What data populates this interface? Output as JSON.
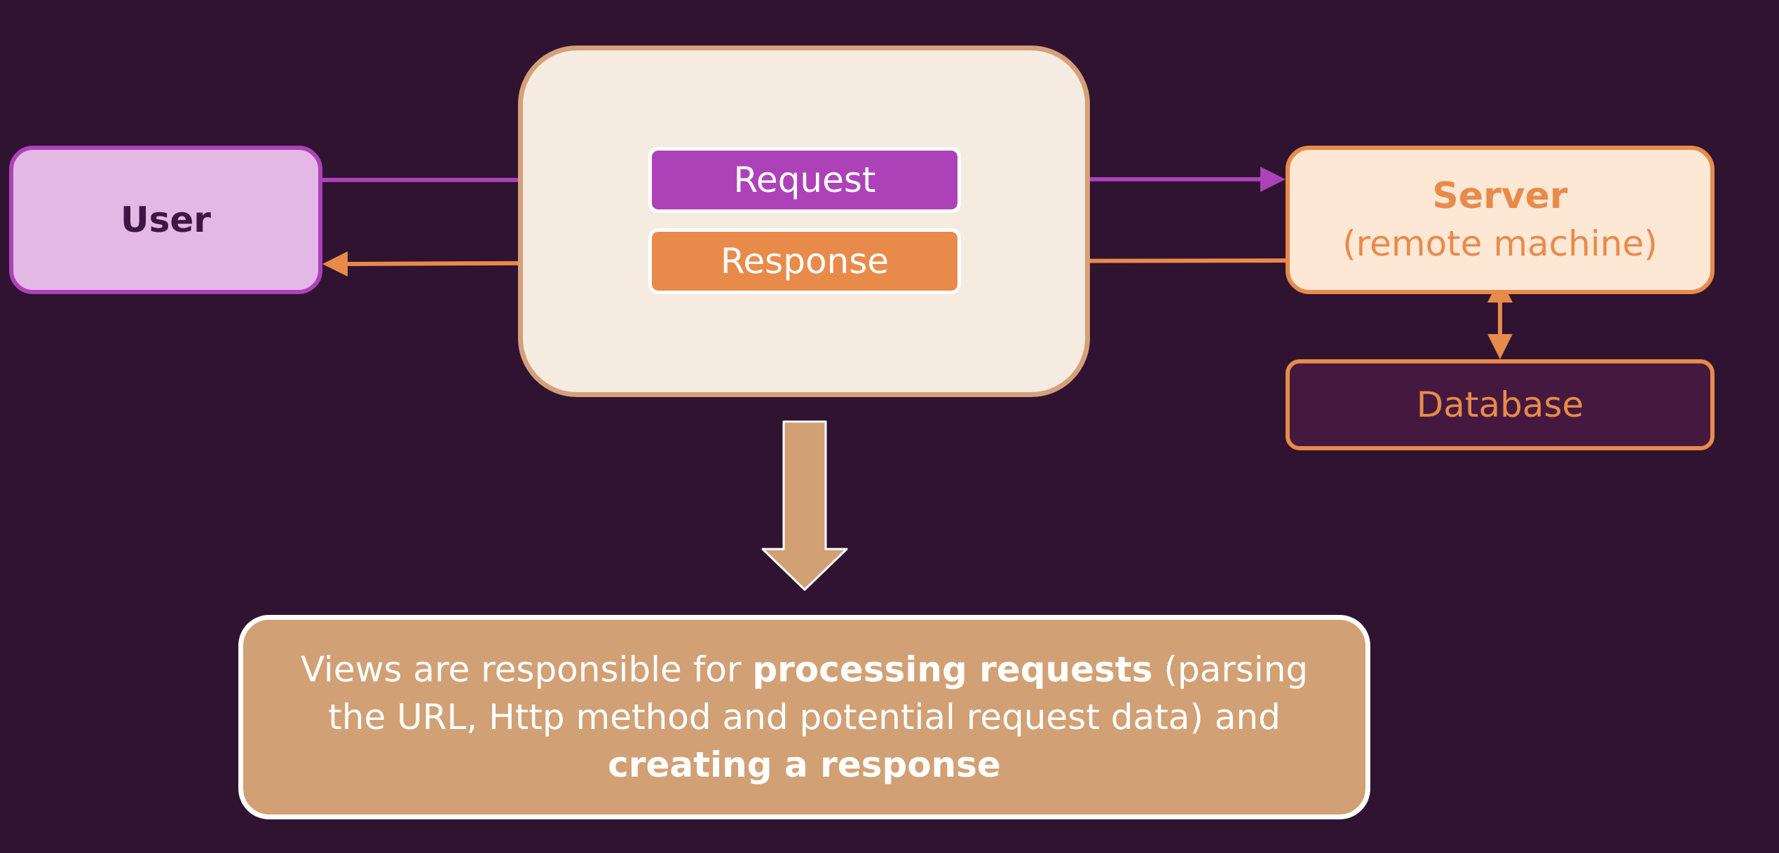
{
  "diagram": {
    "user": {
      "label": "User"
    },
    "request": {
      "label": "Request"
    },
    "response": {
      "label": "Response"
    },
    "server": {
      "title": "Server",
      "subtitle": "(remote machine)"
    },
    "database": {
      "label": "Database"
    },
    "note": {
      "part1": "Views are responsible for ",
      "bold1": "processing requests",
      "part2": " (parsing the URL, Http method and potential request data) and ",
      "bold2": "creating a response"
    }
  },
  "colors": {
    "background": "#2f1331",
    "purple": "#ad42b8",
    "orange": "#e88b4a",
    "tan": "#d1a074",
    "cream": "#f5ebe1"
  }
}
